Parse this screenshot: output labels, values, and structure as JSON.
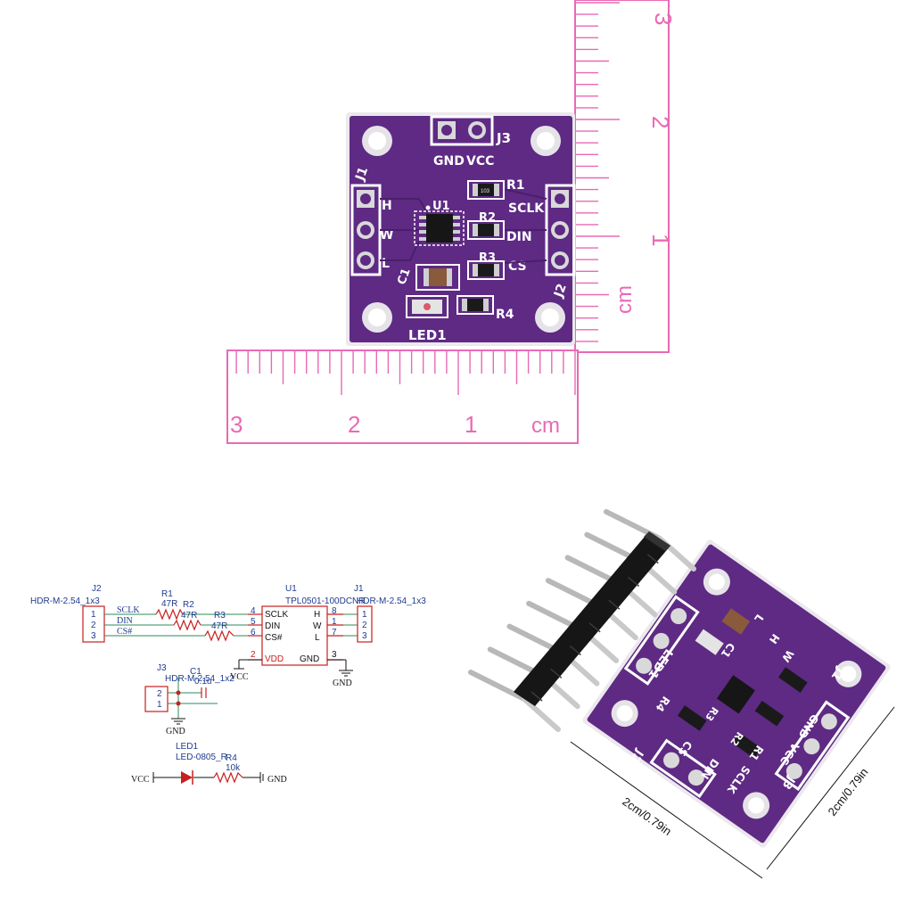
{
  "colors": {
    "pcb": "#5e2a84",
    "pcb_dark": "#3f1a5e",
    "ruler": "#e86ab4",
    "schematic_blue": "#1f3b8f",
    "schematic_red": "#c81e1e",
    "schematic_green": "#2e8b57"
  },
  "top_view": {
    "connectors": {
      "j1": "J1",
      "j2": "J2",
      "j3": "J3"
    },
    "j3_pins": {
      "gnd": "GND",
      "vcc": "VCC"
    },
    "j1_pins": {
      "h": "H",
      "w": "W",
      "l": "L"
    },
    "j2_pins": {
      "sclk": "SCLK",
      "din": "DIN",
      "cs": "CS"
    },
    "components": {
      "u1": "U1",
      "r1": "R1",
      "r2": "R2",
      "r3": "R3",
      "r4": "R4",
      "c1": "C1",
      "led1": "LED1"
    },
    "resistor_code": "103"
  },
  "rulers": {
    "vertical": {
      "numbers": [
        "3",
        "2",
        "1"
      ],
      "unit": "cm"
    },
    "horizontal": {
      "numbers": [
        "3",
        "2",
        "1"
      ],
      "unit": "cm"
    }
  },
  "schematic": {
    "j2": {
      "ref": "J2",
      "footprint": "HDR-M-2.54_1x3",
      "pins": [
        "1",
        "2",
        "3"
      ]
    },
    "signals": {
      "sclk": "SCLK",
      "din": "DIN",
      "cs": "CS#"
    },
    "resistors": [
      {
        "ref": "R1",
        "value": "47R"
      },
      {
        "ref": "R2",
        "value": "47R"
      },
      {
        "ref": "R3",
        "value": "47R"
      }
    ],
    "u1": {
      "ref": "U1",
      "part": "TPL0501-100DCNR",
      "left_pins": [
        {
          "num": "4",
          "name": "SCLK"
        },
        {
          "num": "5",
          "name": "DIN"
        },
        {
          "num": "6",
          "name": "CS#"
        },
        {
          "num": "2",
          "name": "VDD"
        }
      ],
      "right_pins": [
        {
          "num": "8",
          "name": "H"
        },
        {
          "num": "1",
          "name": "W"
        },
        {
          "num": "7",
          "name": "L"
        },
        {
          "num": "3",
          "name": "GND"
        }
      ]
    },
    "j1": {
      "ref": "J1",
      "footprint": "HDR-M-2.54_1x3",
      "pins": [
        "1",
        "2",
        "3"
      ]
    },
    "vcc": "VCC",
    "gnd": "GND",
    "j3": {
      "ref": "J3",
      "footprint": "HDR-M-2.54_1x2",
      "pins": [
        "2",
        "1"
      ]
    },
    "c1": {
      "ref": "C1",
      "value": "0.1u"
    },
    "led1": {
      "ref": "LED1",
      "footprint": "LED-0805_R"
    },
    "r4": {
      "ref": "R4",
      "value": "10k"
    }
  },
  "angled_view": {
    "silk": {
      "led1": "LED1",
      "c1": "C1",
      "r4": "R4",
      "r3": "R3",
      "cs": "CS",
      "r2": "R2",
      "din": "DIN",
      "sclk": "SCLK",
      "r1": "R1",
      "gnd": "GND",
      "vcc": "VCC",
      "j3": "J3",
      "j2": "J2",
      "j1": "J1",
      "h": "H",
      "w": "W",
      "l": "L"
    },
    "dim_width": "2cm/0.79in",
    "dim_height": "2cm/0.79in"
  }
}
